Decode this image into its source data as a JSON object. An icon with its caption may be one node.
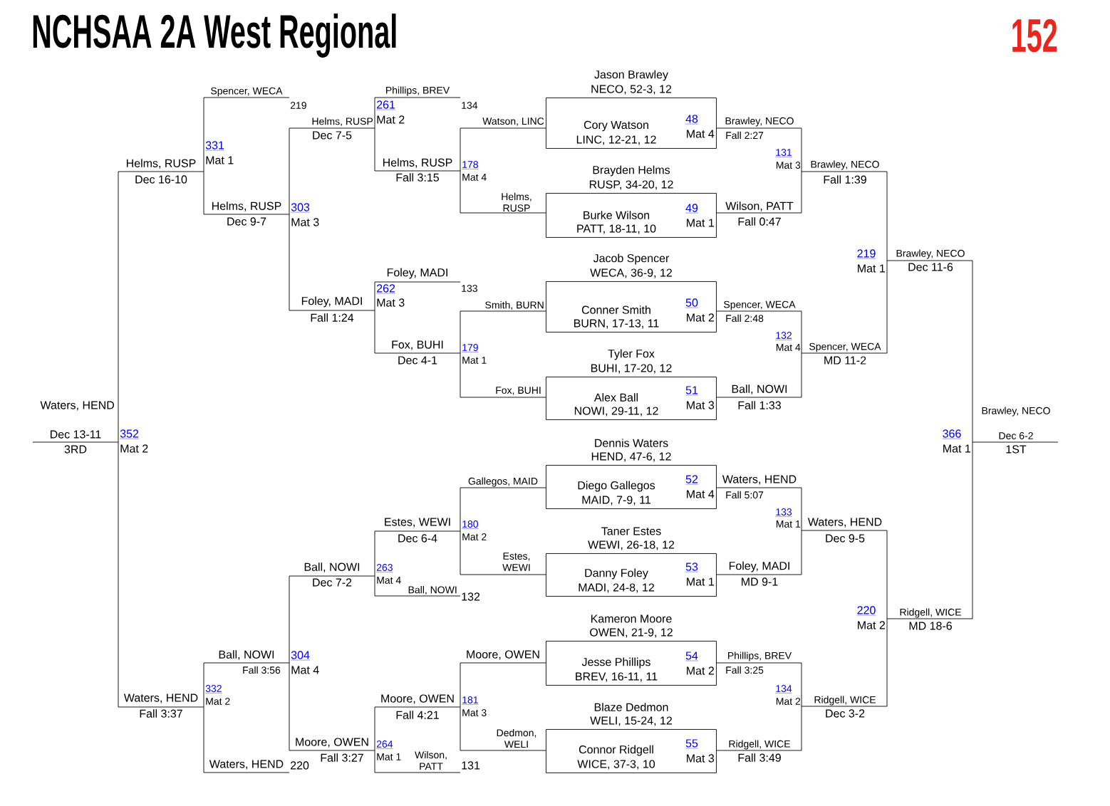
{
  "diagram": {
    "title": "NCHSAA 2A West Regional",
    "nodes": [
      {
        "text": [
          "Jason Brawley",
          "NECO, 52-3, 12",
          "Cory Watson",
          "LINC, 12-21, 12",
          "48",
          "Mat 4"
        ]
      },
      {
        "text": [
          "Brayden Helms",
          "RUSP, 34-20, 12",
          "Burke Wilson",
          "PATT, 18-11, 10",
          "49",
          "Mat 1"
        ]
      },
      {
        "text": [
          "Jacob Spencer",
          "WECA, 36-9, 12",
          "Conner Smith",
          "BURN, 17-13, 11",
          "50",
          "Mat 2"
        ]
      },
      {
        "text": [
          "Tyler Fox",
          "BUHI, 17-20, 12",
          "Alex Ball",
          "NOWI, 29-11, 12",
          "51",
          "Mat 3"
        ]
      },
      {
        "text": [
          "Dennis Waters",
          "HEND, 47-6, 12",
          "Diego Gallegos",
          "MAID, 7-9, 11",
          "52",
          "Mat 4"
        ]
      },
      {
        "text": [
          "Taner Estes",
          "WEWI, 26-18, 12",
          "Danny Foley",
          "MADI, 24-8, 12",
          "53",
          "Mat 1"
        ]
      },
      {
        "text": [
          "Kameron Moore",
          "OWEN, 21-9, 12",
          "Jesse Phillips",
          "BREV, 16-11, 11",
          "54",
          "Mat 2"
        ]
      },
      {
        "text": [
          "Blaze Dedmon",
          "WELI, 15-24, 12",
          "Connor Ridgell",
          "WICE, 37-3, 10",
          "55",
          "Mat 3"
        ]
      }
    ],
    "labels": [
      "Waters, HEND",
      "Dec 13-11",
      "3RD",
      "Helms, RUSP",
      "Dec 16-10",
      "352",
      "Mat 2",
      "Waters, HEND",
      "Fall 3:37",
      "Spencer, WECA",
      "331",
      "Mat 1",
      "Helms, RUSP",
      "Dec 9-7",
      "Ball, NOWI",
      "Fall 3:56",
      "332",
      "Mat 2",
      "Waters, HEND",
      "219",
      "Helms, RUSP",
      "Dec 7-5",
      "303",
      "Mat 3",
      "Foley, MADI",
      "Fall 1:24",
      "Ball, NOWI",
      "Dec 7-2",
      "304",
      "Mat 4",
      "Moore, OWEN",
      "Fall 3:27",
      "220",
      "Phillips, BREV",
      "261",
      "Mat 2",
      "Helms, RUSP",
      "Fall 3:15",
      "Foley, MADI",
      "262",
      "Mat 3",
      "Fox, BUHI",
      "Dec 4-1",
      "Estes, WEWI",
      "Dec 6-4",
      "263",
      "Mat 4",
      "Ball, NOWI",
      "Moore, OWEN",
      "Fall 4:21",
      "264",
      "Mat 1",
      "Wilson, PATT",
      "134",
      "Watson, LINC",
      "178",
      "Mat 4",
      "Helms, RUSP",
      "133",
      "Smith, BURN",
      "179",
      "Mat 1",
      "Fox, BUHI",
      "Gallegos, MAID",
      "180",
      "Mat 2",
      "Estes, WEWI",
      "132",
      "Moore, OWEN",
      "181",
      "Mat 3",
      "Dedmon, WELI",
      "131",
      "Brawley, NECO",
      "Fall 2:27",
      "131",
      "Mat 3",
      "Wilson, PATT",
      "Fall 0:47",
      "Spencer, WECA",
      "Fall 2:48",
      "132",
      "Mat 4",
      "Ball, NOWI",
      "Fall 1:33",
      "Waters, HEND",
      "Fall 5:07",
      "133",
      "Mat 1",
      "Foley, MADI",
      "MD 9-1",
      "Phillips, BREV",
      "Fall 3:25",
      "134",
      "Mat 2",
      "Ridgell, WICE",
      "Fall 3:49",
      "Brawley, NECO",
      "Fall 1:39",
      "219",
      "Mat 1",
      "Spencer, WECA",
      "MD 11-2",
      "Waters, HEND",
      "Dec 9-5",
      "220",
      "Mat 2",
      "Ridgell, WICE",
      "Dec 3-2",
      "Brawley, NECO",
      "Dec 11-6",
      "366",
      "Mat 1",
      "Ridgell, WICE",
      "MD 18-6",
      "Brawley, NECO",
      "Dec 6-2",
      "1ST",
      "152"
    ]
  }
}
